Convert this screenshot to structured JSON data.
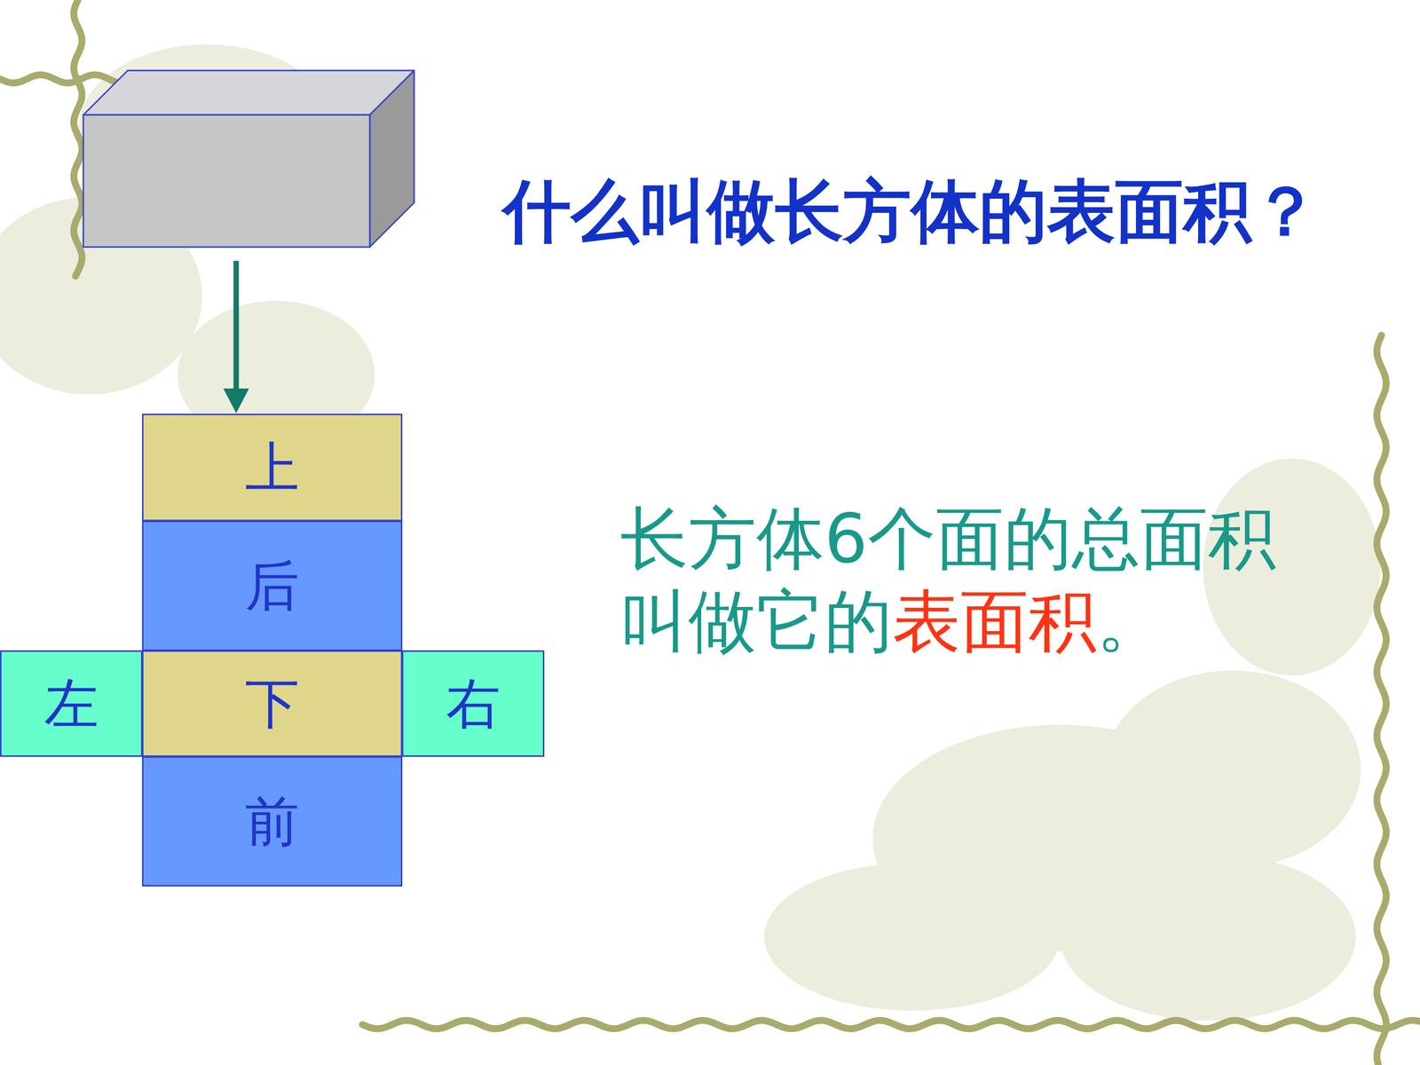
{
  "diagram": {
    "title": "什么叫做长方体的表面积？",
    "nodes": [
      {
        "text": [
          "上"
        ]
      },
      {
        "text": [
          "后"
        ]
      },
      {
        "text": [
          "左"
        ]
      },
      {
        "text": [
          "下"
        ]
      },
      {
        "text": [
          "右"
        ]
      },
      {
        "text": [
          "前"
        ]
      }
    ],
    "labels": [
      "长方体6个面的总面积",
      "叫做它的",
      "表面积",
      "。"
    ]
  }
}
